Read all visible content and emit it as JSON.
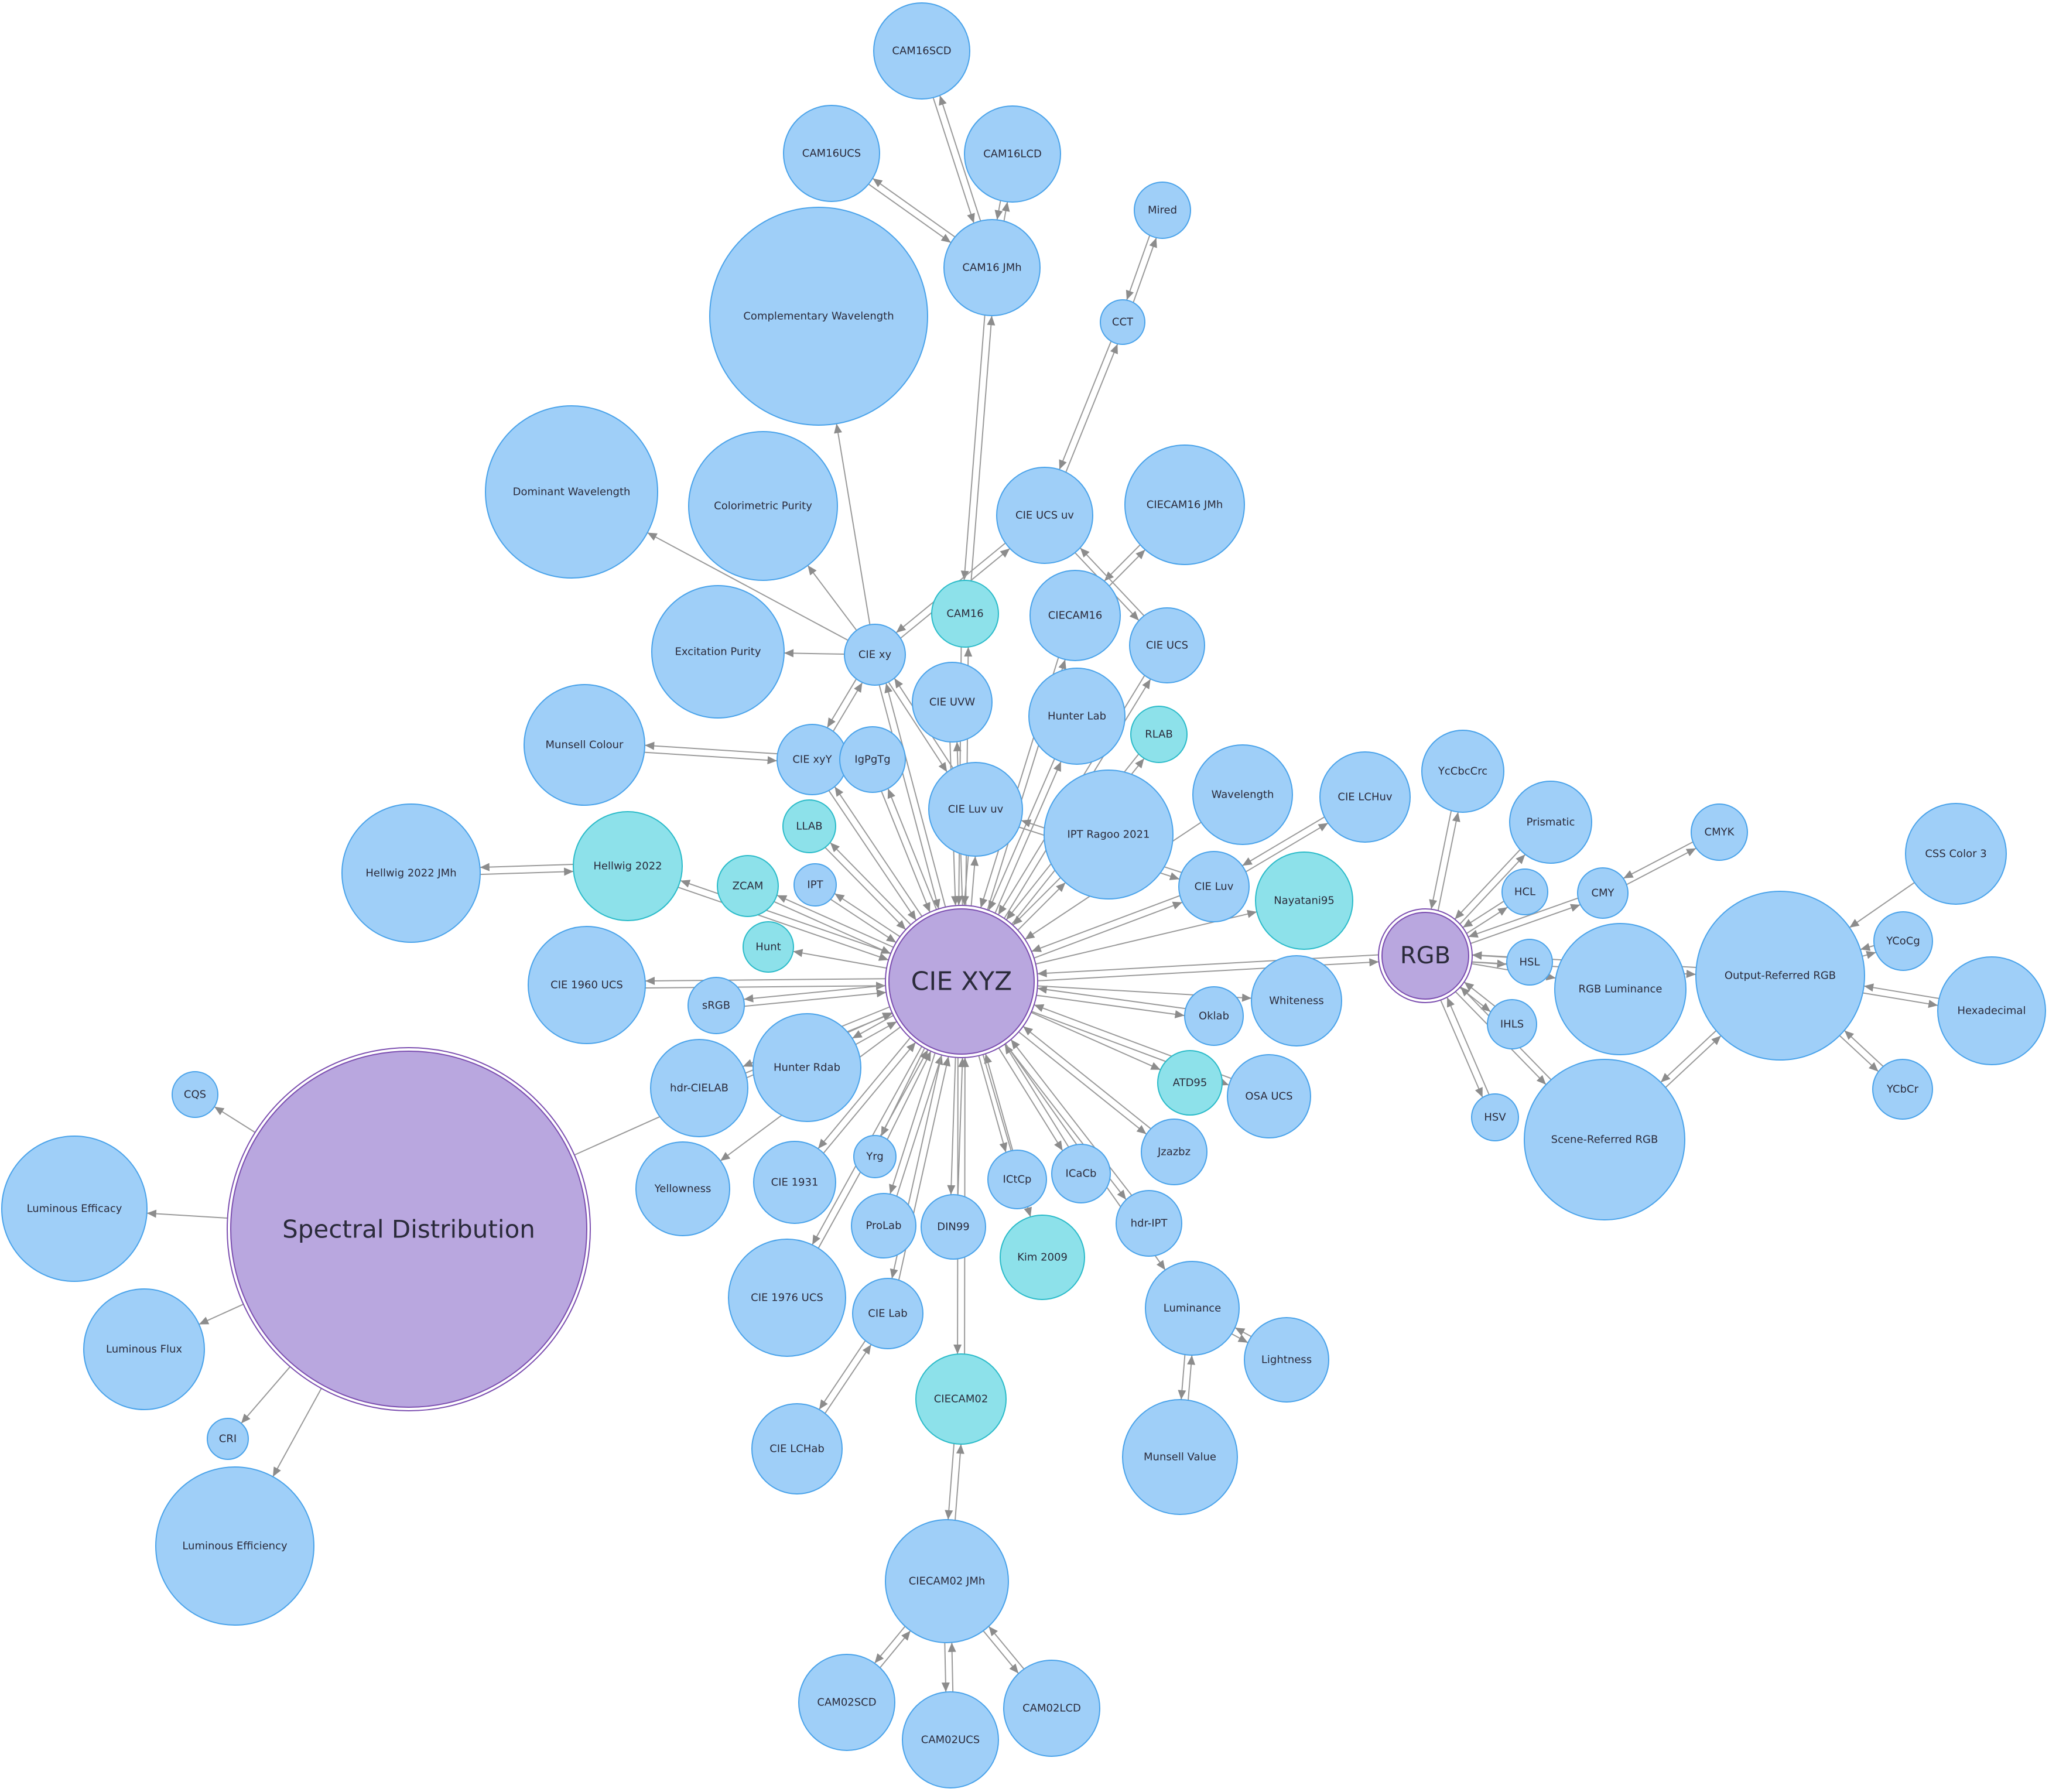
{
  "colors": {
    "node_fill": "#9fcff8",
    "node_stroke": "#4aa3ea",
    "hub_fill": "#b9a7df",
    "hub_stroke": "#7c4fb0",
    "cyan_fill": "#8de1ea",
    "cyan_stroke": "#2bbbc9",
    "edge": "#9a9a9a"
  },
  "nodes": [
    {
      "id": "xyz",
      "label": "CIE XYZ",
      "kind": "hub"
    },
    {
      "id": "sd",
      "label": "Spectral Distribution",
      "kind": "hub"
    },
    {
      "id": "rgb",
      "label": "RGB",
      "kind": "hub"
    },
    {
      "id": "cam16scd",
      "label": "CAM16SCD",
      "kind": "blue"
    },
    {
      "id": "cam16ucs",
      "label": "CAM16UCS",
      "kind": "blue"
    },
    {
      "id": "cam16lcd",
      "label": "CAM16LCD",
      "kind": "blue"
    },
    {
      "id": "mired",
      "label": "Mired",
      "kind": "blue"
    },
    {
      "id": "cam16jmh",
      "label": "CAM16 JMh",
      "kind": "blue"
    },
    {
      "id": "compwave",
      "label": "Complementary Wavelength",
      "kind": "blue"
    },
    {
      "id": "cct",
      "label": "CCT",
      "kind": "blue"
    },
    {
      "id": "domwave",
      "label": "Dominant Wavelength",
      "kind": "blue"
    },
    {
      "id": "colpur",
      "label": "Colorimetric Purity",
      "kind": "blue"
    },
    {
      "id": "ucsuv",
      "label": "CIE UCS uv",
      "kind": "blue"
    },
    {
      "id": "ciecam16jmh",
      "label": "CIECAM16 JMh",
      "kind": "blue"
    },
    {
      "id": "cam16",
      "label": "CAM16",
      "kind": "cyan"
    },
    {
      "id": "ciecam16",
      "label": "CIECAM16",
      "kind": "blue"
    },
    {
      "id": "excpur",
      "label": "Excitation Purity",
      "kind": "blue"
    },
    {
      "id": "ciexy",
      "label": "CIE xy",
      "kind": "blue"
    },
    {
      "id": "cieucs",
      "label": "CIE UCS",
      "kind": "blue"
    },
    {
      "id": "cieuvw",
      "label": "CIE UVW",
      "kind": "blue"
    },
    {
      "id": "hunterlab",
      "label": "Hunter Lab",
      "kind": "blue"
    },
    {
      "id": "rlab",
      "label": "RLAB",
      "kind": "cyan"
    },
    {
      "id": "munsell",
      "label": "Munsell Colour",
      "kind": "blue"
    },
    {
      "id": "ciexyy",
      "label": "CIE xyY",
      "kind": "blue"
    },
    {
      "id": "igpgtg",
      "label": "IgPgTg",
      "kind": "blue"
    },
    {
      "id": "wavelength",
      "label": "Wavelength",
      "kind": "blue"
    },
    {
      "id": "cielchuv",
      "label": "CIE LCHuv",
      "kind": "blue"
    },
    {
      "id": "ycbccrc",
      "label": "YcCbcCrc",
      "kind": "blue"
    },
    {
      "id": "prismatic",
      "label": "Prismatic",
      "kind": "blue"
    },
    {
      "id": "cmyk",
      "label": "CMYK",
      "kind": "blue"
    },
    {
      "id": "css3",
      "label": "CSS Color 3",
      "kind": "blue"
    },
    {
      "id": "luvuv",
      "label": "CIE Luv uv",
      "kind": "blue"
    },
    {
      "id": "iptragoo",
      "label": "IPT Ragoo 2021",
      "kind": "blue"
    },
    {
      "id": "hellwigjmh",
      "label": "Hellwig 2022 JMh",
      "kind": "blue"
    },
    {
      "id": "hellwig",
      "label": "Hellwig 2022",
      "kind": "cyan"
    },
    {
      "id": "llab",
      "label": "LLAB",
      "kind": "cyan"
    },
    {
      "id": "zcam",
      "label": "ZCAM",
      "kind": "cyan"
    },
    {
      "id": "ipt",
      "label": "IPT",
      "kind": "blue"
    },
    {
      "id": "cieluv",
      "label": "CIE Luv",
      "kind": "blue"
    },
    {
      "id": "nayatani",
      "label": "Nayatani95",
      "kind": "cyan"
    },
    {
      "id": "hcl",
      "label": "HCL",
      "kind": "blue"
    },
    {
      "id": "cmy",
      "label": "CMY",
      "kind": "blue"
    },
    {
      "id": "hunt",
      "label": "Hunt",
      "kind": "cyan"
    },
    {
      "id": "ycocg",
      "label": "YCoCg",
      "kind": "blue"
    },
    {
      "id": "ucs1960",
      "label": "CIE 1960 UCS",
      "kind": "blue"
    },
    {
      "id": "srgb",
      "label": "sRGB",
      "kind": "blue"
    },
    {
      "id": "hsl",
      "label": "HSL",
      "kind": "blue"
    },
    {
      "id": "rgblum",
      "label": "RGB Luminance",
      "kind": "blue"
    },
    {
      "id": "outrgb",
      "label": "Output-Referred RGB",
      "kind": "blue"
    },
    {
      "id": "whiteness",
      "label": "Whiteness",
      "kind": "blue"
    },
    {
      "id": "oklab",
      "label": "Oklab",
      "kind": "blue"
    },
    {
      "id": "hex",
      "label": "Hexadecimal",
      "kind": "blue"
    },
    {
      "id": "ihls",
      "label": "IHLS",
      "kind": "blue"
    },
    {
      "id": "cqs",
      "label": "CQS",
      "kind": "blue"
    },
    {
      "id": "hdrcielab",
      "label": "hdr-CIELAB",
      "kind": "blue"
    },
    {
      "id": "hunterrdab",
      "label": "Hunter Rdab",
      "kind": "blue"
    },
    {
      "id": "atd95",
      "label": "ATD95",
      "kind": "cyan"
    },
    {
      "id": "osaucs",
      "label": "OSA UCS",
      "kind": "blue"
    },
    {
      "id": "ycbcr",
      "label": "YCbCr",
      "kind": "blue"
    },
    {
      "id": "hsv",
      "label": "HSV",
      "kind": "blue"
    },
    {
      "id": "scenergb",
      "label": "Scene-Referred RGB",
      "kind": "blue"
    },
    {
      "id": "jzazbz",
      "label": "Jzazbz",
      "kind": "blue"
    },
    {
      "id": "lumeff",
      "label": "Luminous Efficacy",
      "kind": "blue"
    },
    {
      "id": "yrg",
      "label": "Yrg",
      "kind": "blue"
    },
    {
      "id": "yellowness",
      "label": "Yellowness",
      "kind": "blue"
    },
    {
      "id": "cie1931",
      "label": "CIE 1931",
      "kind": "blue"
    },
    {
      "id": "ictcp",
      "label": "ICtCp",
      "kind": "blue"
    },
    {
      "id": "icacb",
      "label": "ICaCb",
      "kind": "blue"
    },
    {
      "id": "hdript",
      "label": "hdr-IPT",
      "kind": "blue"
    },
    {
      "id": "prolab",
      "label": "ProLab",
      "kind": "blue"
    },
    {
      "id": "din99",
      "label": "DIN99",
      "kind": "blue"
    },
    {
      "id": "kim2009",
      "label": "Kim 2009",
      "kind": "cyan"
    },
    {
      "id": "cie1976",
      "label": "CIE 1976 UCS",
      "kind": "blue"
    },
    {
      "id": "cielab",
      "label": "CIE Lab",
      "kind": "blue"
    },
    {
      "id": "lumflux",
      "label": "Luminous Flux",
      "kind": "blue"
    },
    {
      "id": "luminance",
      "label": "Luminance",
      "kind": "blue"
    },
    {
      "id": "lightness",
      "label": "Lightness",
      "kind": "blue"
    },
    {
      "id": "ciecam02",
      "label": "CIECAM02",
      "kind": "cyan"
    },
    {
      "id": "cri",
      "label": "CRI",
      "kind": "blue"
    },
    {
      "id": "cielchab",
      "label": "CIE LCHab",
      "kind": "blue"
    },
    {
      "id": "munsellval",
      "label": "Munsell Value",
      "kind": "blue"
    },
    {
      "id": "lumefficiency",
      "label": "Luminous Efficiency",
      "kind": "blue"
    },
    {
      "id": "ciecam02jmh",
      "label": "CIECAM02 JMh",
      "kind": "blue"
    },
    {
      "id": "cam02scd",
      "label": "CAM02SCD",
      "kind": "blue"
    },
    {
      "id": "cam02lcd",
      "label": "CAM02LCD",
      "kind": "blue"
    },
    {
      "id": "cam02ucs",
      "label": "CAM02UCS",
      "kind": "blue"
    }
  ],
  "edges": [
    {
      "from": "cam16jmh",
      "to": "cam16scd",
      "both": true
    },
    {
      "from": "cam16jmh",
      "to": "cam16ucs",
      "both": true
    },
    {
      "from": "cam16jmh",
      "to": "cam16lcd",
      "both": true
    },
    {
      "from": "cam16jmh",
      "to": "cam16",
      "both": true
    },
    {
      "from": "cct",
      "to": "mired",
      "both": true
    },
    {
      "from": "cct",
      "to": "ucsuv",
      "both": true
    },
    {
      "from": "ciecam16",
      "to": "ciecam16jmh",
      "both": true
    },
    {
      "from": "ucsuv",
      "to": "cieucs",
      "both": true
    },
    {
      "from": "ucsuv",
      "to": "ciexy",
      "both": true
    },
    {
      "from": "ciexy",
      "to": "compwave",
      "both": false
    },
    {
      "from": "ciexy",
      "to": "domwave",
      "both": false
    },
    {
      "from": "ciexy",
      "to": "colpur",
      "both": false
    },
    {
      "from": "ciexy",
      "to": "excpur",
      "both": false
    },
    {
      "from": "ciexy",
      "to": "ciexyy",
      "both": true
    },
    {
      "from": "ciexy",
      "to": "xyz",
      "both": true
    },
    {
      "from": "ciexy",
      "to": "luvuv",
      "both": true
    },
    {
      "from": "ciexyy",
      "to": "munsell",
      "both": true
    },
    {
      "from": "ciexyy",
      "to": "xyz",
      "both": true
    },
    {
      "from": "cam16",
      "to": "xyz",
      "both": true
    },
    {
      "from": "ciecam16",
      "to": "xyz",
      "both": true
    },
    {
      "from": "cieucs",
      "to": "xyz",
      "both": true
    },
    {
      "from": "cieuvw",
      "to": "xyz",
      "both": true
    },
    {
      "from": "hunterlab",
      "to": "xyz",
      "both": true
    },
    {
      "from": "rlab",
      "to": "xyz",
      "both": true
    },
    {
      "from": "igpgtg",
      "to": "xyz",
      "both": true
    },
    {
      "from": "wavelength",
      "to": "xyz",
      "both": false
    },
    {
      "from": "cieluv",
      "to": "cielchuv",
      "both": true
    },
    {
      "from": "cieluv",
      "to": "luvuv",
      "both": true
    },
    {
      "from": "cieluv",
      "to": "xyz",
      "both": true
    },
    {
      "from": "luvuv",
      "to": "xyz",
      "both": true
    },
    {
      "from": "iptragoo",
      "to": "xyz",
      "both": true
    },
    {
      "from": "hellwig",
      "to": "hellwigjmh",
      "both": true
    },
    {
      "from": "hellwig",
      "to": "xyz",
      "both": true
    },
    {
      "from": "llab",
      "to": "xyz",
      "both": true
    },
    {
      "from": "zcam",
      "to": "xyz",
      "both": true
    },
    {
      "from": "ipt",
      "to": "xyz",
      "both": true
    },
    {
      "from": "xyz",
      "to": "nayatani",
      "both": false
    },
    {
      "from": "xyz",
      "to": "hunt",
      "both": false
    },
    {
      "from": "xyz",
      "to": "ucs1960",
      "both": true
    },
    {
      "from": "xyz",
      "to": "srgb",
      "both": true
    },
    {
      "from": "xyz",
      "to": "rgb",
      "both": true
    },
    {
      "from": "xyz",
      "to": "oklab",
      "both": true
    },
    {
      "from": "xyz",
      "to": "whiteness",
      "both": false
    },
    {
      "from": "xyz",
      "to": "atd95",
      "both": false
    },
    {
      "from": "xyz",
      "to": "osaucs",
      "both": true
    },
    {
      "from": "xyz",
      "to": "jzazbz",
      "both": true
    },
    {
      "from": "xyz",
      "to": "hdrcielab",
      "both": true
    },
    {
      "from": "xyz",
      "to": "hunterrdab",
      "both": true
    },
    {
      "from": "xyz",
      "to": "yellowness",
      "both": false
    },
    {
      "from": "xyz",
      "to": "cie1931",
      "both": true
    },
    {
      "from": "xyz",
      "to": "yrg",
      "both": true
    },
    {
      "from": "xyz",
      "to": "cie1976",
      "both": true
    },
    {
      "from": "xyz",
      "to": "prolab",
      "both": true
    },
    {
      "from": "xyz",
      "to": "cielab",
      "both": true
    },
    {
      "from": "xyz",
      "to": "din99",
      "both": true
    },
    {
      "from": "xyz",
      "to": "ictcp",
      "both": true
    },
    {
      "from": "xyz",
      "to": "kim2009",
      "both": false
    },
    {
      "from": "xyz",
      "to": "icacb",
      "both": true
    },
    {
      "from": "xyz",
      "to": "hdript",
      "both": true
    },
    {
      "from": "xyz",
      "to": "luminance",
      "both": false
    },
    {
      "from": "xyz",
      "to": "ciecam02",
      "both": true
    },
    {
      "from": "sd",
      "to": "xyz",
      "both": false
    },
    {
      "from": "sd",
      "to": "cqs",
      "both": false
    },
    {
      "from": "sd",
      "to": "lumeff",
      "both": false
    },
    {
      "from": "sd",
      "to": "lumflux",
      "both": false
    },
    {
      "from": "sd",
      "to": "cri",
      "both": false
    },
    {
      "from": "sd",
      "to": "lumefficiency",
      "both": false
    },
    {
      "from": "luminance",
      "to": "lightness",
      "both": true
    },
    {
      "from": "luminance",
      "to": "munsellval",
      "both": true
    },
    {
      "from": "cielab",
      "to": "cielchab",
      "both": true
    },
    {
      "from": "ciecam02",
      "to": "ciecam02jmh",
      "both": true
    },
    {
      "from": "ciecam02jmh",
      "to": "cam02scd",
      "both": true
    },
    {
      "from": "ciecam02jmh",
      "to": "cam02lcd",
      "both": true
    },
    {
      "from": "ciecam02jmh",
      "to": "cam02ucs",
      "both": true
    },
    {
      "from": "rgb",
      "to": "ycbccrc",
      "both": true
    },
    {
      "from": "rgb",
      "to": "prismatic",
      "both": true
    },
    {
      "from": "rgb",
      "to": "hcl",
      "both": true
    },
    {
      "from": "rgb",
      "to": "cmy",
      "both": true
    },
    {
      "from": "rgb",
      "to": "hsl",
      "both": true
    },
    {
      "from": "rgb",
      "to": "rgblum",
      "both": false
    },
    {
      "from": "rgb",
      "to": "outrgb",
      "both": true
    },
    {
      "from": "rgb",
      "to": "ihls",
      "both": true
    },
    {
      "from": "rgb",
      "to": "hsv",
      "both": true
    },
    {
      "from": "rgb",
      "to": "scenergb",
      "both": true
    },
    {
      "from": "cmy",
      "to": "cmyk",
      "both": true
    },
    {
      "from": "css3",
      "to": "outrgb",
      "both": false
    },
    {
      "from": "outrgb",
      "to": "ycocg",
      "both": true
    },
    {
      "from": "outrgb",
      "to": "hex",
      "both": true
    },
    {
      "from": "outrgb",
      "to": "ycbcr",
      "both": true
    },
    {
      "from": "outrgb",
      "to": "scenergb",
      "both": true
    }
  ]
}
